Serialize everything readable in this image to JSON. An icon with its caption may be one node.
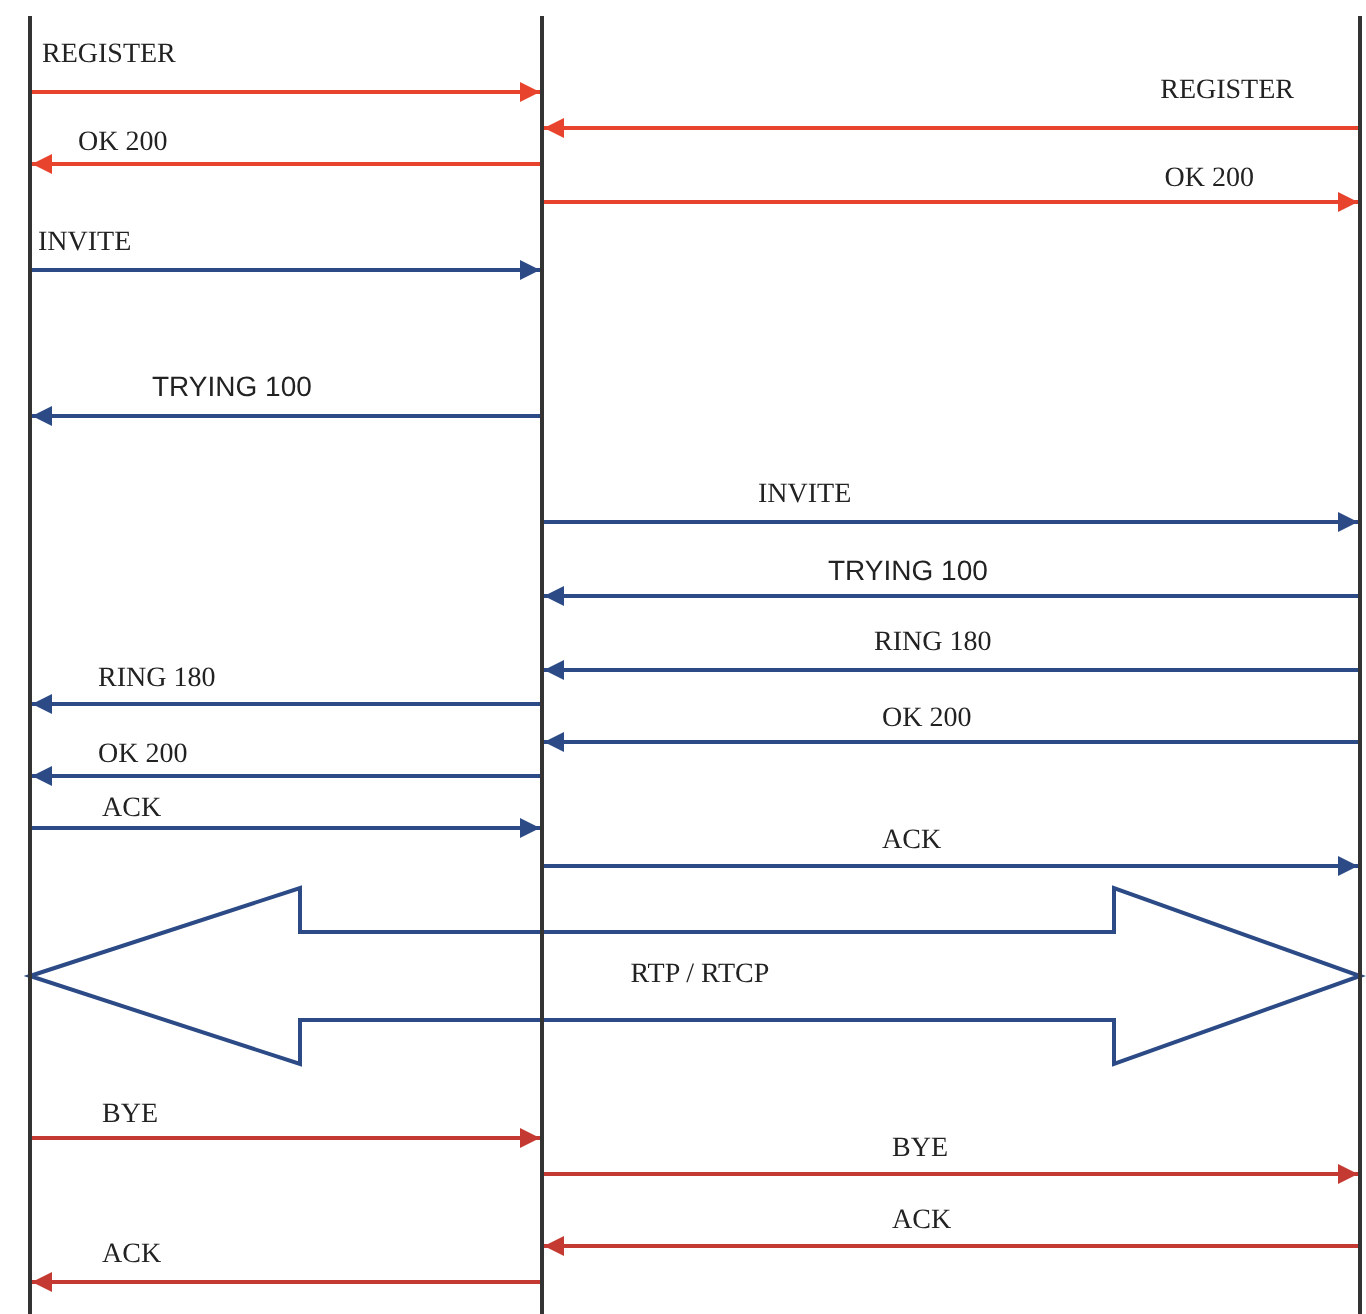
{
  "diagram": {
    "nodes": [
      {
        "text": [],
        "shape": "bar"
      },
      {
        "text": [],
        "shape": "bar"
      },
      {
        "text": [],
        "shape": "bar"
      }
    ],
    "edges": [
      {
        "from": 0,
        "to": 1,
        "arrow": "to",
        "label": "REGISTER",
        "color": "#e8432c"
      },
      {
        "from": 2,
        "to": 1,
        "arrow": "to",
        "label": "REGISTER",
        "color": "#e8432c"
      },
      {
        "from": 1,
        "to": 0,
        "arrow": "to",
        "label": "OK 200",
        "color": "#e8432c"
      },
      {
        "from": 1,
        "to": 2,
        "arrow": "to",
        "label": "OK 200",
        "color": "#e8432c"
      },
      {
        "from": 0,
        "to": 1,
        "arrow": "to",
        "label": "INVITE"
      },
      {
        "from": 1,
        "to": 0,
        "arrow": "to",
        "label": "TRYING 100"
      },
      {
        "from": 1,
        "to": 2,
        "arrow": "to",
        "label": "INVITE"
      },
      {
        "from": 2,
        "to": 1,
        "arrow": "to",
        "label": "TRYING 100"
      },
      {
        "from": 2,
        "to": 1,
        "arrow": "to",
        "label": "RING 180"
      },
      {
        "from": 1,
        "to": 0,
        "arrow": "to",
        "label": "RING 180"
      },
      {
        "from": 2,
        "to": 1,
        "arrow": "to",
        "label": "OK 200"
      },
      {
        "from": 1,
        "to": 0,
        "arrow": "to",
        "label": "OK 200"
      },
      {
        "from": 0,
        "to": 1,
        "arrow": "to",
        "label": "ACK"
      },
      {
        "from": 1,
        "to": 2,
        "arrow": "to",
        "label": "ACK"
      },
      {
        "from": 0,
        "to": 2,
        "arrow": "both",
        "label": "RTP / RTCP",
        "style": "thick"
      },
      {
        "from": 0,
        "to": 1,
        "arrow": "to",
        "label": "BYE",
        "color": "#c43a32"
      },
      {
        "from": 1,
        "to": 2,
        "arrow": "to",
        "label": "BYE",
        "color": "#c43a32"
      },
      {
        "from": 2,
        "to": 1,
        "arrow": "to",
        "label": "ACK",
        "color": "#c43a32"
      },
      {
        "from": 1,
        "to": 0,
        "arrow": "to",
        "label": "ACK",
        "color": "#c43a32"
      }
    ]
  }
}
